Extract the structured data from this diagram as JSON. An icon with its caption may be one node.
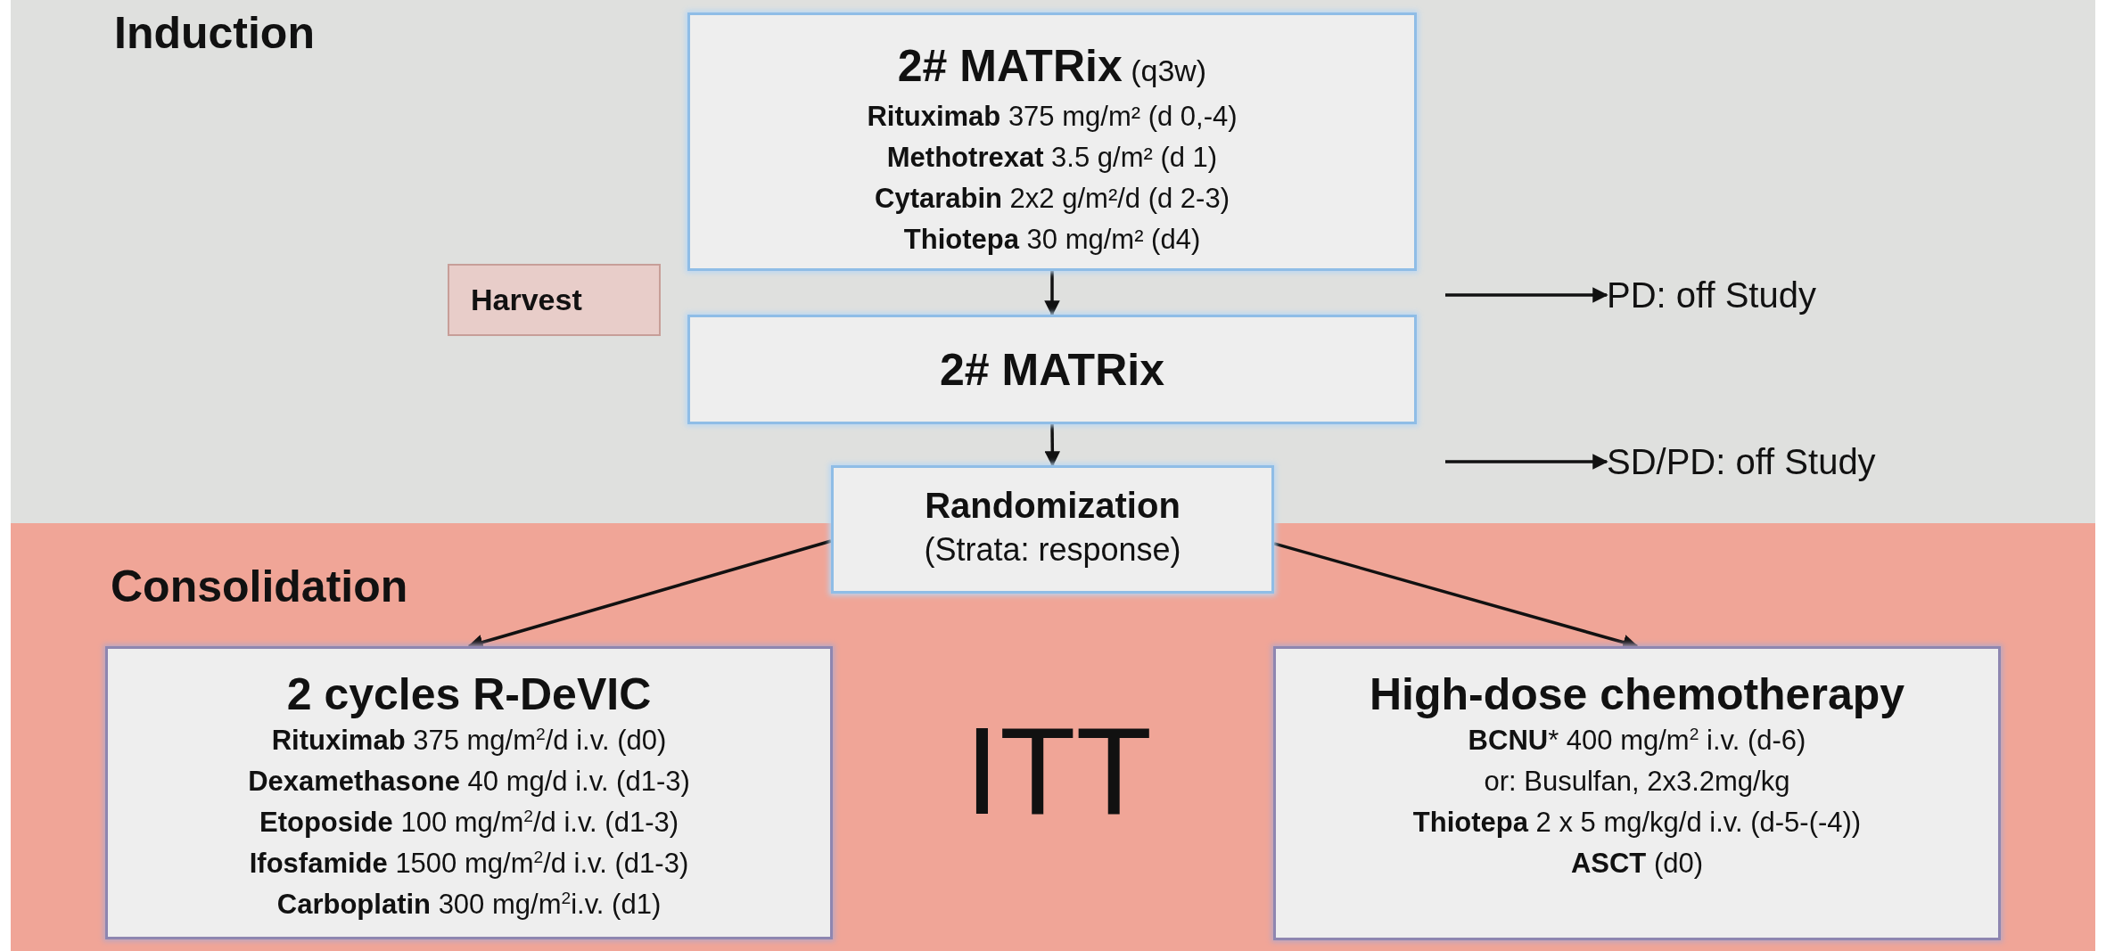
{
  "diagram": {
    "nodes": [
      {
        "text": [
          "Induction"
        ]
      },
      {
        "text": [
          "**2# MATRix** (q3w)",
          "**Rituximab** 375 mg/m² (d 0,-4)",
          "**Methotrexat** 3.5 g/m² (d 1)",
          "**Cytarabin** 2x2 g/m²/d (d 2-3)",
          "**Thiotepa** 30 mg/m² (d4)"
        ],
        "in": 0
      },
      {
        "text": [
          "Harvest"
        ],
        "in": 0
      },
      {
        "text": [
          "2# MATRix"
        ],
        "in": 0
      },
      {
        "text": [
          "PD: off Study"
        ],
        "in": 0
      },
      {
        "text": [
          "SD/PD: off Study"
        ],
        "in": 0
      },
      {
        "text": [
          "Consolidation"
        ]
      },
      {
        "text": [
          "Randomization",
          "(Strata: response)"
        ]
      },
      {
        "text": [
          "2 cycles R-DeVIC",
          "**Rituximab** 375 mg/m$^{2}$/d i.v. (d0)",
          "**Dexamethasone** 40 mg/d i.v. (d1-3)",
          "**Etoposide** 100 mg/m$^{2}$/d i.v. (d1-3)",
          "**Ifosfamide** 1500 mg/m$^{2}$/d i.v. (d1-3)",
          "**Carboplatin** 300 mg/m$^{2}$i.v. (d1)"
        ],
        "in": 6
      },
      {
        "text": [
          "High-dose chemotherapy",
          "**BCNU*** 400 mg/m$^{2}$ i.v. (d-6)",
          "or: Busulfan, 2x3.2mg/kg",
          "**Thiotepa** 2 x 5 mg/kg/d i.v. (d-5-(-4))",
          "**ASCT** (d0)"
        ],
        "in": 6
      }
    ],
    "edges": [
      {
        "from": 1,
        "to": 3,
        "arrow": "to"
      },
      {
        "from": 3,
        "to": 7,
        "arrow": "to"
      },
      {
        "from": null,
        "to": 4,
        "arrow": "to"
      },
      {
        "from": null,
        "to": 5,
        "arrow": "to"
      },
      {
        "from": 7,
        "to": 8,
        "arrow": "to"
      },
      {
        "from": 7,
        "to": 9,
        "arrow": "to"
      }
    ],
    "labels": [
      "ITT"
    ]
  }
}
